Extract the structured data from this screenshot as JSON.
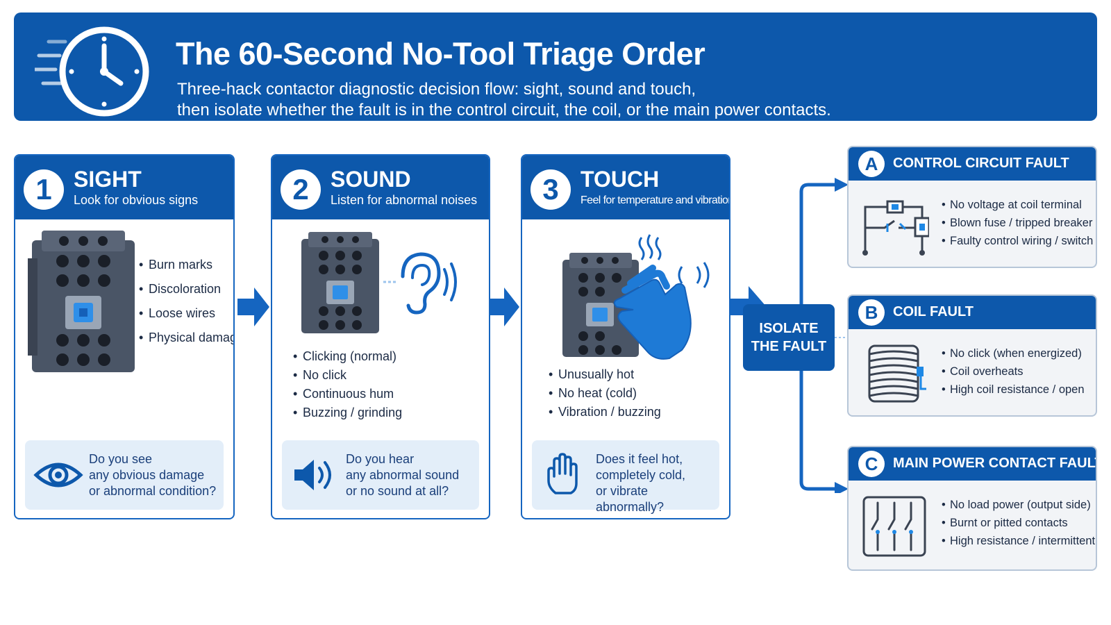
{
  "header": {
    "title": "The 60-Second No-Tool Triage Order",
    "subtitle_line1": "Three-hack contactor diagnostic decision flow: sight, sound and touch,",
    "subtitle_line2": "then isolate whether the fault is in the control circuit, the coil, or the main power contacts.",
    "icon": "stopwatch-icon"
  },
  "steps": [
    {
      "number": "1",
      "title": "SIGHT",
      "subtitle": "Look for obvious signs",
      "signs": [
        "Burn marks",
        "Discoloration",
        "Loose wires",
        "Physical damage"
      ],
      "question_line1": "Do you see",
      "question_line2": "any obvious damage",
      "question_line3": "or abnormal condition?",
      "question_icon": "eye-icon"
    },
    {
      "number": "2",
      "title": "SOUND",
      "subtitle": "Listen for abnormal noises",
      "signs": [
        "Clicking (normal)",
        "No click",
        "Continuous hum",
        "Buzzing / grinding"
      ],
      "question_line1": "Do you hear",
      "question_line2": "any abnormal sound",
      "question_line3": "or no sound at all?",
      "question_icon": "speaker-icon"
    },
    {
      "number": "3",
      "title": "TOUCH",
      "subtitle": "Feel for temperature and vibration",
      "signs": [
        "Unusually hot",
        "No heat (cold)",
        "Vibration / buzzing"
      ],
      "question_line1": "Does it feel hot,",
      "question_line2": "completely cold,",
      "question_line3": "or vibrate abnormally?",
      "question_icon": "hand-icon"
    }
  ],
  "isolate": {
    "line1": "ISOLATE",
    "line2": "THE FAULT"
  },
  "faults": [
    {
      "letter": "A",
      "title": "CONTROL CIRCUIT FAULT",
      "items": [
        "No voltage at coil terminal",
        "Blown fuse / tripped breaker",
        "Faulty control wiring / switch"
      ],
      "icon": "circuit-diagram-icon"
    },
    {
      "letter": "B",
      "title": "COIL FAULT",
      "items": [
        "No click (when energized)",
        "Coil overheats",
        "High coil resistance / open"
      ],
      "icon": "coil-icon"
    },
    {
      "letter": "C",
      "title": "MAIN POWER CONTACT FAULT",
      "items": [
        "No load power (output side)",
        "Burnt or pitted contacts",
        "High resistance / intermittent"
      ],
      "icon": "power-contacts-icon"
    }
  ],
  "colors": {
    "primary": "#0d58ab",
    "accent": "#1e88e5",
    "light_panel": "#e3eef9",
    "fault_bg": "#f2f4f7"
  }
}
